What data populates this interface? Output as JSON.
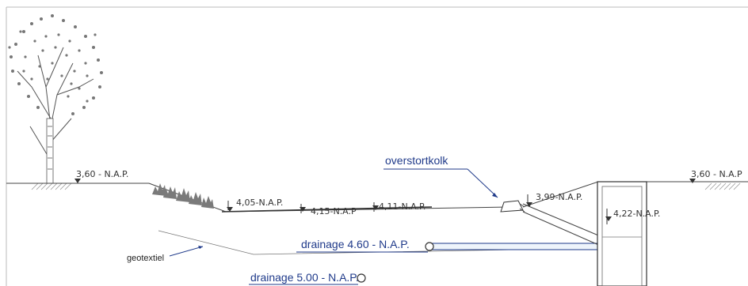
{
  "colors": {
    "line": "#444444",
    "annotation_blue": "#1f3a8a",
    "pipe_fill": "#eef4fb",
    "vegetation": "#7a7a7a"
  },
  "levels": {
    "left_ground": "3,60 - N.A.P.",
    "right_ground": "3,60 - N.A.P",
    "swale_a": "4,05-N.A.P.",
    "swale_b": "4,15-N.A.P",
    "swale_c": "4,11-N.A.P.",
    "kolk": "3,99-N.A.P.",
    "box": "4,22-N.A.P."
  },
  "labels": {
    "overstortkolk": "overstortkolk",
    "drainage_upper": "drainage 4.60 - N.A.P.",
    "drainage_lower": "drainage 5.00 - N.A.P.",
    "geotextiel": "geotextiel"
  },
  "icons": {
    "tree": "tree-icon",
    "shrubs": "shrubs-icon",
    "pipe_end": "pipe-end-circle-icon",
    "level_marker": "level-triangle-icon"
  }
}
